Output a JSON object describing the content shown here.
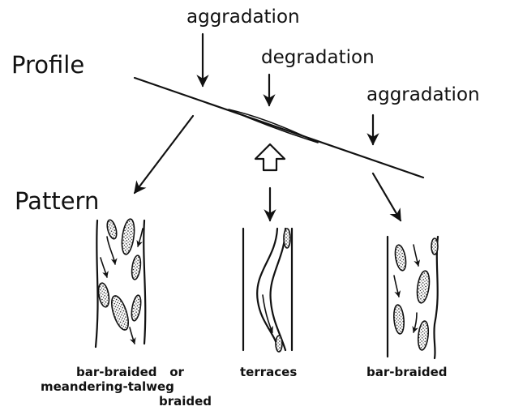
{
  "labels": {
    "profile": "Profile",
    "pattern": "Pattern",
    "aggradation_left": "aggradation",
    "degradation": "degradation",
    "aggradation_right": "aggradation"
  },
  "patterns": {
    "left_line1": "bar-braided   or",
    "left_line2": "meandering-talweg",
    "left_line3": "braided",
    "middle": "terraces",
    "right": "bar-braided"
  }
}
